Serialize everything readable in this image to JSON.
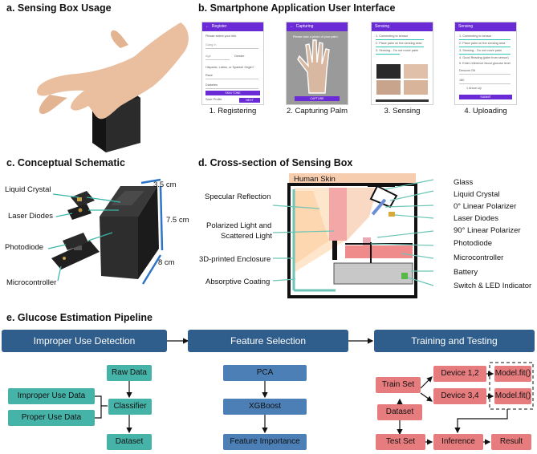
{
  "sections": {
    "a": "a. Sensing Box Usage",
    "b": "b. Smartphone Application User Interface",
    "c": "c. Conceptual Schematic",
    "d": "d. Cross-section of Sensing Box",
    "e": "e. Glucose Estimation Pipeline"
  },
  "phones": [
    {
      "bar": "Register",
      "caption": "1. Registering",
      "fields": [
        "Please select your info",
        "Gang In",
        "Age",
        "Gender",
        "Hispanic, Latino, or Spanish Origin?",
        "Race",
        "Diabetes"
      ],
      "btn1": "SKIN TONE",
      "check": "Save Profile",
      "btn2": "NEXT"
    },
    {
      "bar": "Capturing",
      "caption": "2. Capturing Palm",
      "fields": [
        "Please take a photo of your palm."
      ],
      "btn1": "CAPTURE"
    },
    {
      "bar": "Sensing",
      "caption": "3. Sensing",
      "fields": [
        "1. Connecting to sensor",
        "2. Place palm on the sensing area",
        "3. Sensing... Do not move palm"
      ]
    },
    {
      "bar": "Sensing",
      "caption": "4. Uploading",
      "fields": [
        "1. Connecting to sensor",
        "2. Place palm on the sensing area",
        "3. Sensing... Do not move palm",
        "4. Good Reading (palm from sensor)",
        "5. Enter reference blood glucose level",
        "Dexcom G6",
        "180",
        "1 Arrow Up"
      ],
      "btn1": "SUBMIT"
    }
  ],
  "schematic": {
    "labels": [
      "Liquid Crystal",
      "Laser Diodes",
      "Photodiode",
      "Microcontroller"
    ],
    "dims": [
      "3.5 cm",
      "7.5 cm",
      "8 cm"
    ]
  },
  "cross_section": {
    "top": "Human Skin",
    "left": [
      "Specular Reflection",
      "Polarized Light and",
      "Scattered Light",
      "3D-printed Enclosure",
      "Absorptive Coating"
    ],
    "right": [
      "Glass",
      "Liquid Crystal",
      "0° Linear Polarizer",
      "Laser Diodes",
      "90° Linear Polarizer",
      "Photodiode",
      "Microcontroller",
      "Battery",
      "Switch & LED Indicator"
    ]
  },
  "pipeline": {
    "stages": [
      "Improper Use Detection",
      "Feature Selection",
      "Training and Testing"
    ],
    "detect": [
      "Raw Data",
      "Improper Use Data",
      "Classifier",
      "Proper Use Data",
      "Dataset"
    ],
    "features": [
      "PCA",
      "XGBoost",
      "Feature Importance"
    ],
    "train": [
      "Train Set",
      "Device 1,2",
      "Model.fit()",
      "Device 3,4",
      "Model.fit()",
      "Dataset",
      "Test Set",
      "Inference",
      "Result"
    ]
  }
}
